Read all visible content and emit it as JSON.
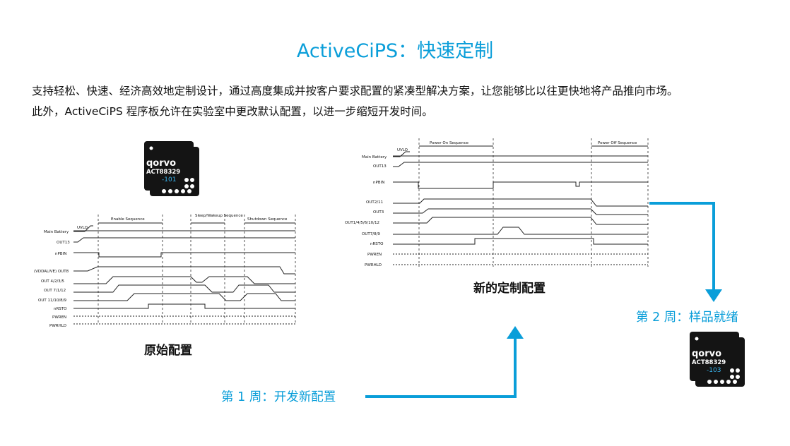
{
  "title": "ActiveCiPS：快速定制",
  "description": {
    "line1": "支持轻松、快速、经济高效地定制设计，通过高度集成并按客户要求配置的紧凑型解决方案，让您能够比以往更快地将产品推向市场。",
    "line2": "此外，ActiveCiPS 程序板允许在实验室中更改默认配置，以进一步缩短开发时间。"
  },
  "original": {
    "caption": "原始配置",
    "chip": {
      "brand": "qorvo",
      "part": "ACT88329",
      "variant": "-101"
    },
    "sections": [
      "Enable Sequence",
      "Sleep/Wakeup Sequence",
      "Shutdown Sequence"
    ],
    "signals": [
      "UVLO",
      "Main Battery",
      "OUT13",
      "nPBIN",
      "(VDDALIVE) OUT8",
      "OUT 4/2/3/5",
      "OUT 7/1/12",
      "OUT 11/10/8/9",
      "nRSTO",
      "PWREN",
      "PWRHLD"
    ]
  },
  "new_config": {
    "caption": "新的定制配置",
    "sections": [
      "Power On Sequence",
      "Power Off Sequence"
    ],
    "signals": [
      "UVLO",
      "Main Battery",
      "OUT13",
      "nPBIN",
      "OUT2/11",
      "OUT3",
      "OUT1/4/5/6/10/12",
      "OUT7/8/9",
      "nRSTO",
      "PWREN",
      "PWRHLD"
    ]
  },
  "steps": {
    "week1": "第 1 周：开发新配置",
    "week2": "第 2 周：样品就绪"
  },
  "final_chip": {
    "brand": "qorvo",
    "part": "ACT88329",
    "variant": "-103"
  },
  "colors": {
    "accent": "#0a9ed9",
    "text": "#111111",
    "chip": "#141414"
  }
}
